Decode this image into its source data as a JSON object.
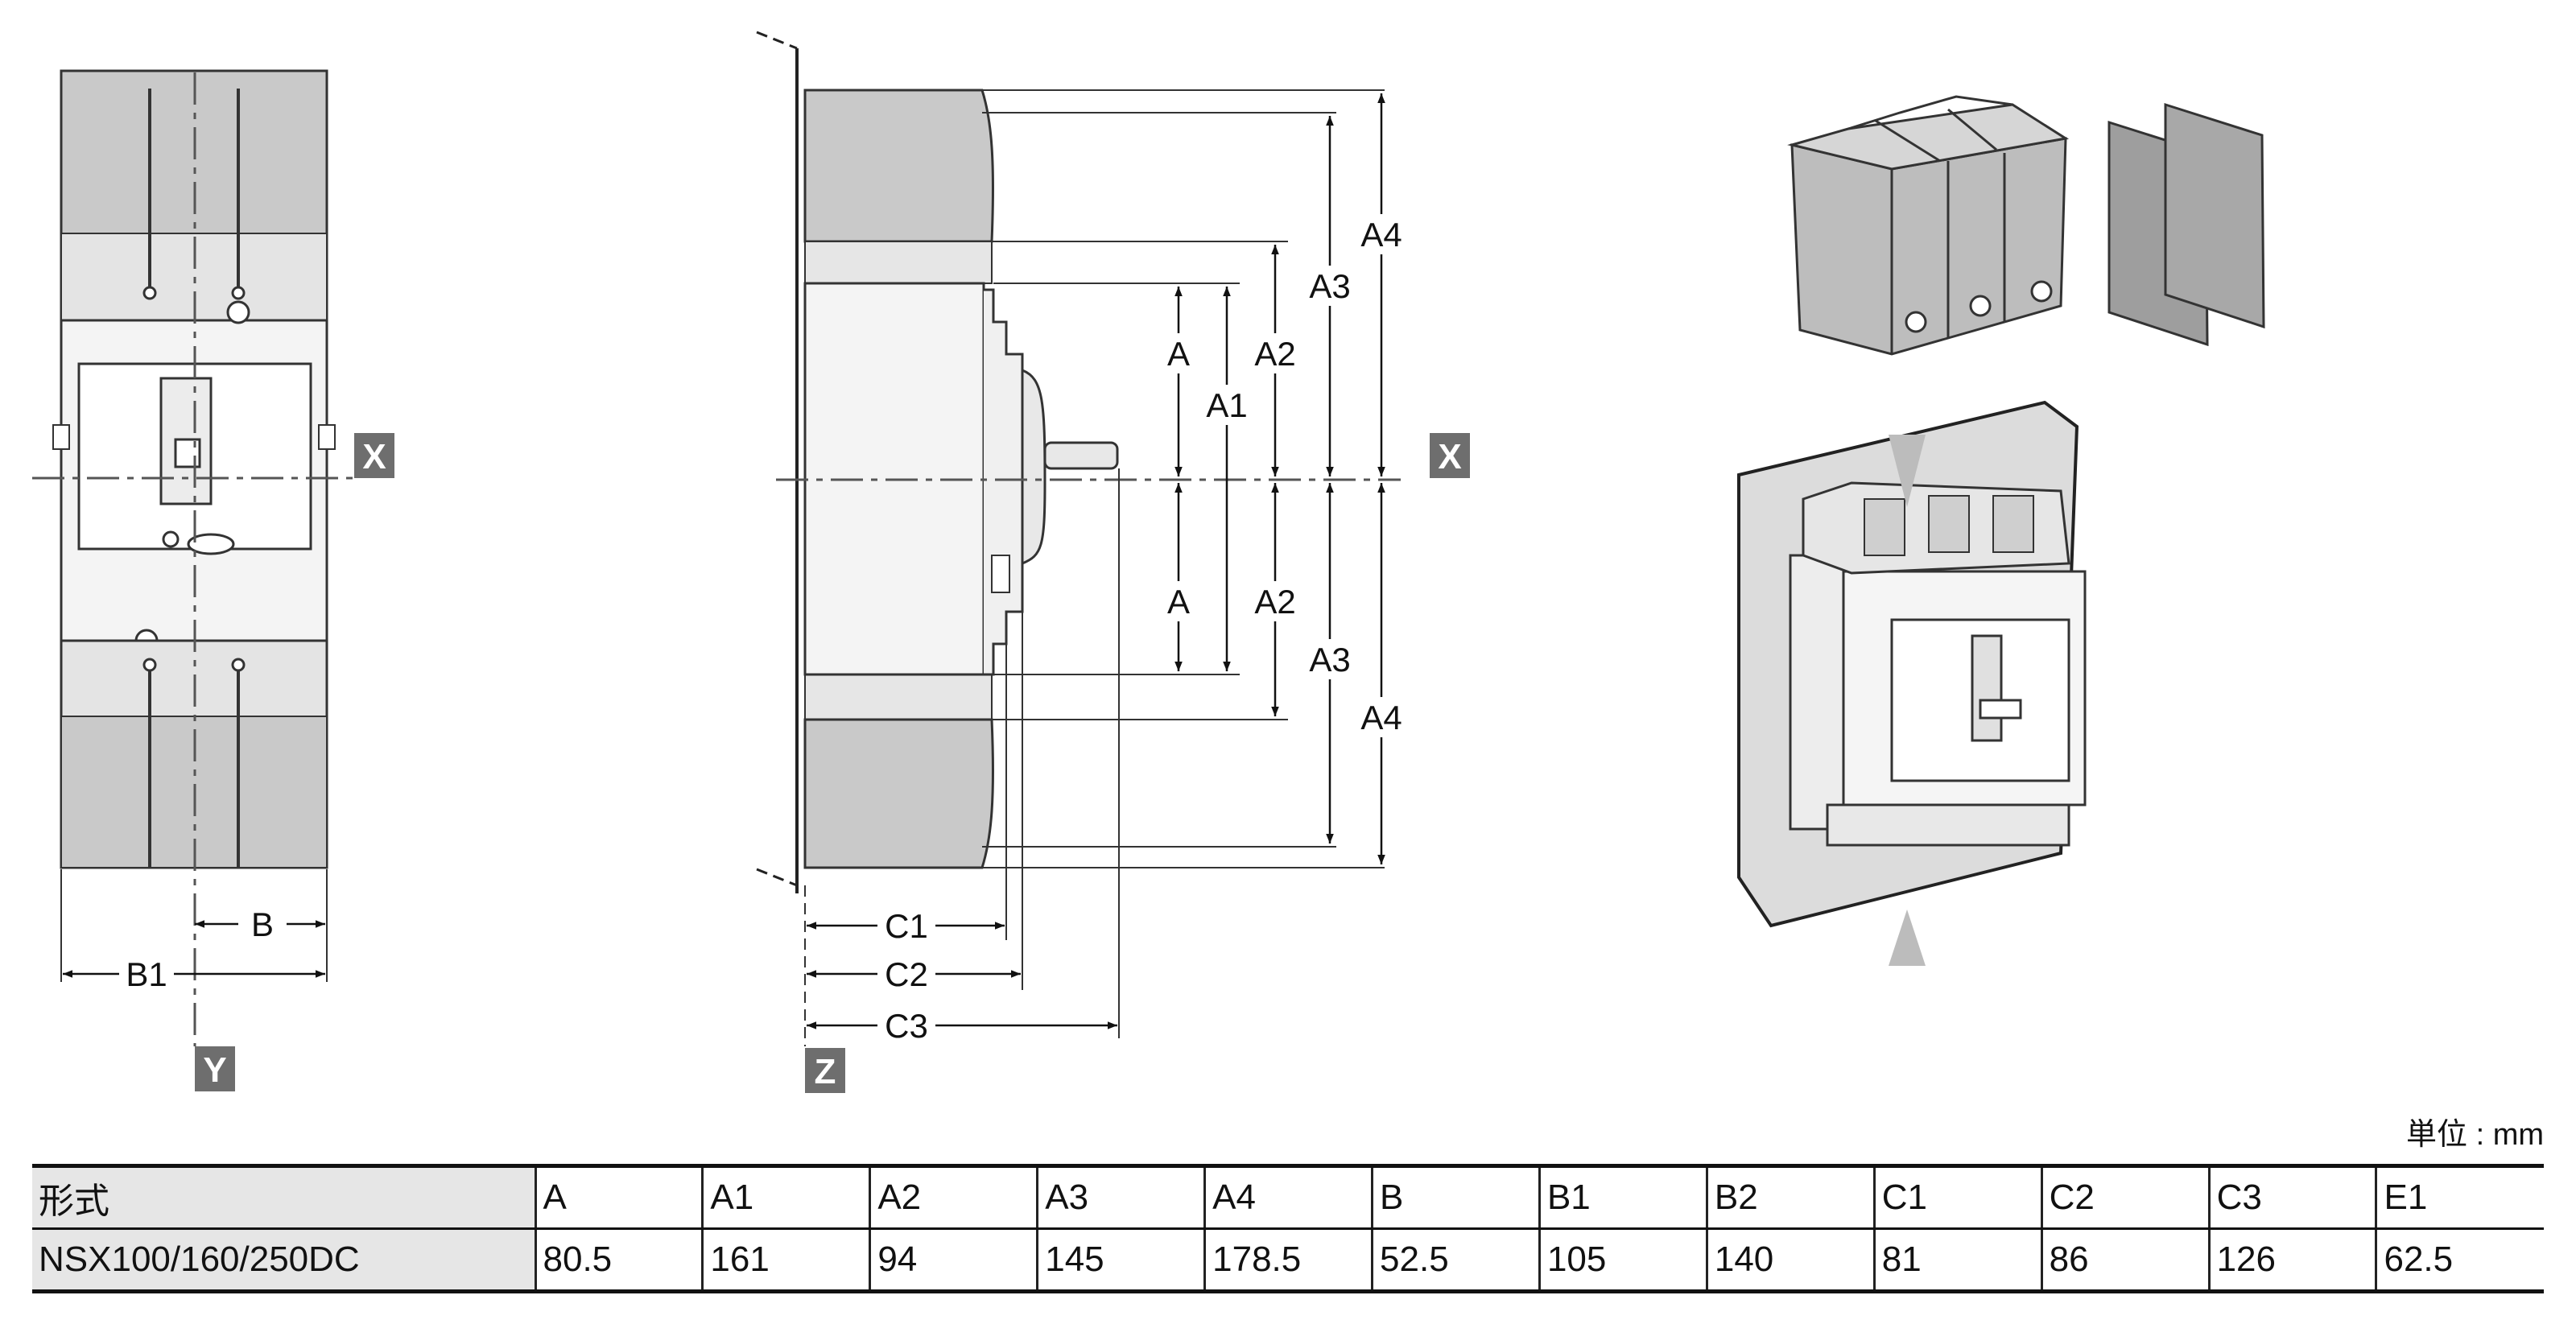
{
  "labels": {
    "A": "A",
    "A1": "A1",
    "A2": "A2",
    "A3": "A3",
    "A4": "A4",
    "B": "B",
    "B1": "B1",
    "C1": "C1",
    "C2": "C2",
    "C3": "C3"
  },
  "axes": {
    "x": "X",
    "y": "Y",
    "z": "Z"
  },
  "unit": "単位 : mm",
  "table": {
    "headers": [
      "形式",
      "A",
      "A1",
      "A2",
      "A3",
      "A4",
      "B",
      "B1",
      "B2",
      "C1",
      "C2",
      "C3",
      "E1"
    ],
    "rows": [
      [
        "NSX100/160/250DC",
        "80.5",
        "161",
        "94",
        "145",
        "178.5",
        "52.5",
        "105",
        "140",
        "81",
        "86",
        "126",
        "62.5"
      ]
    ]
  }
}
